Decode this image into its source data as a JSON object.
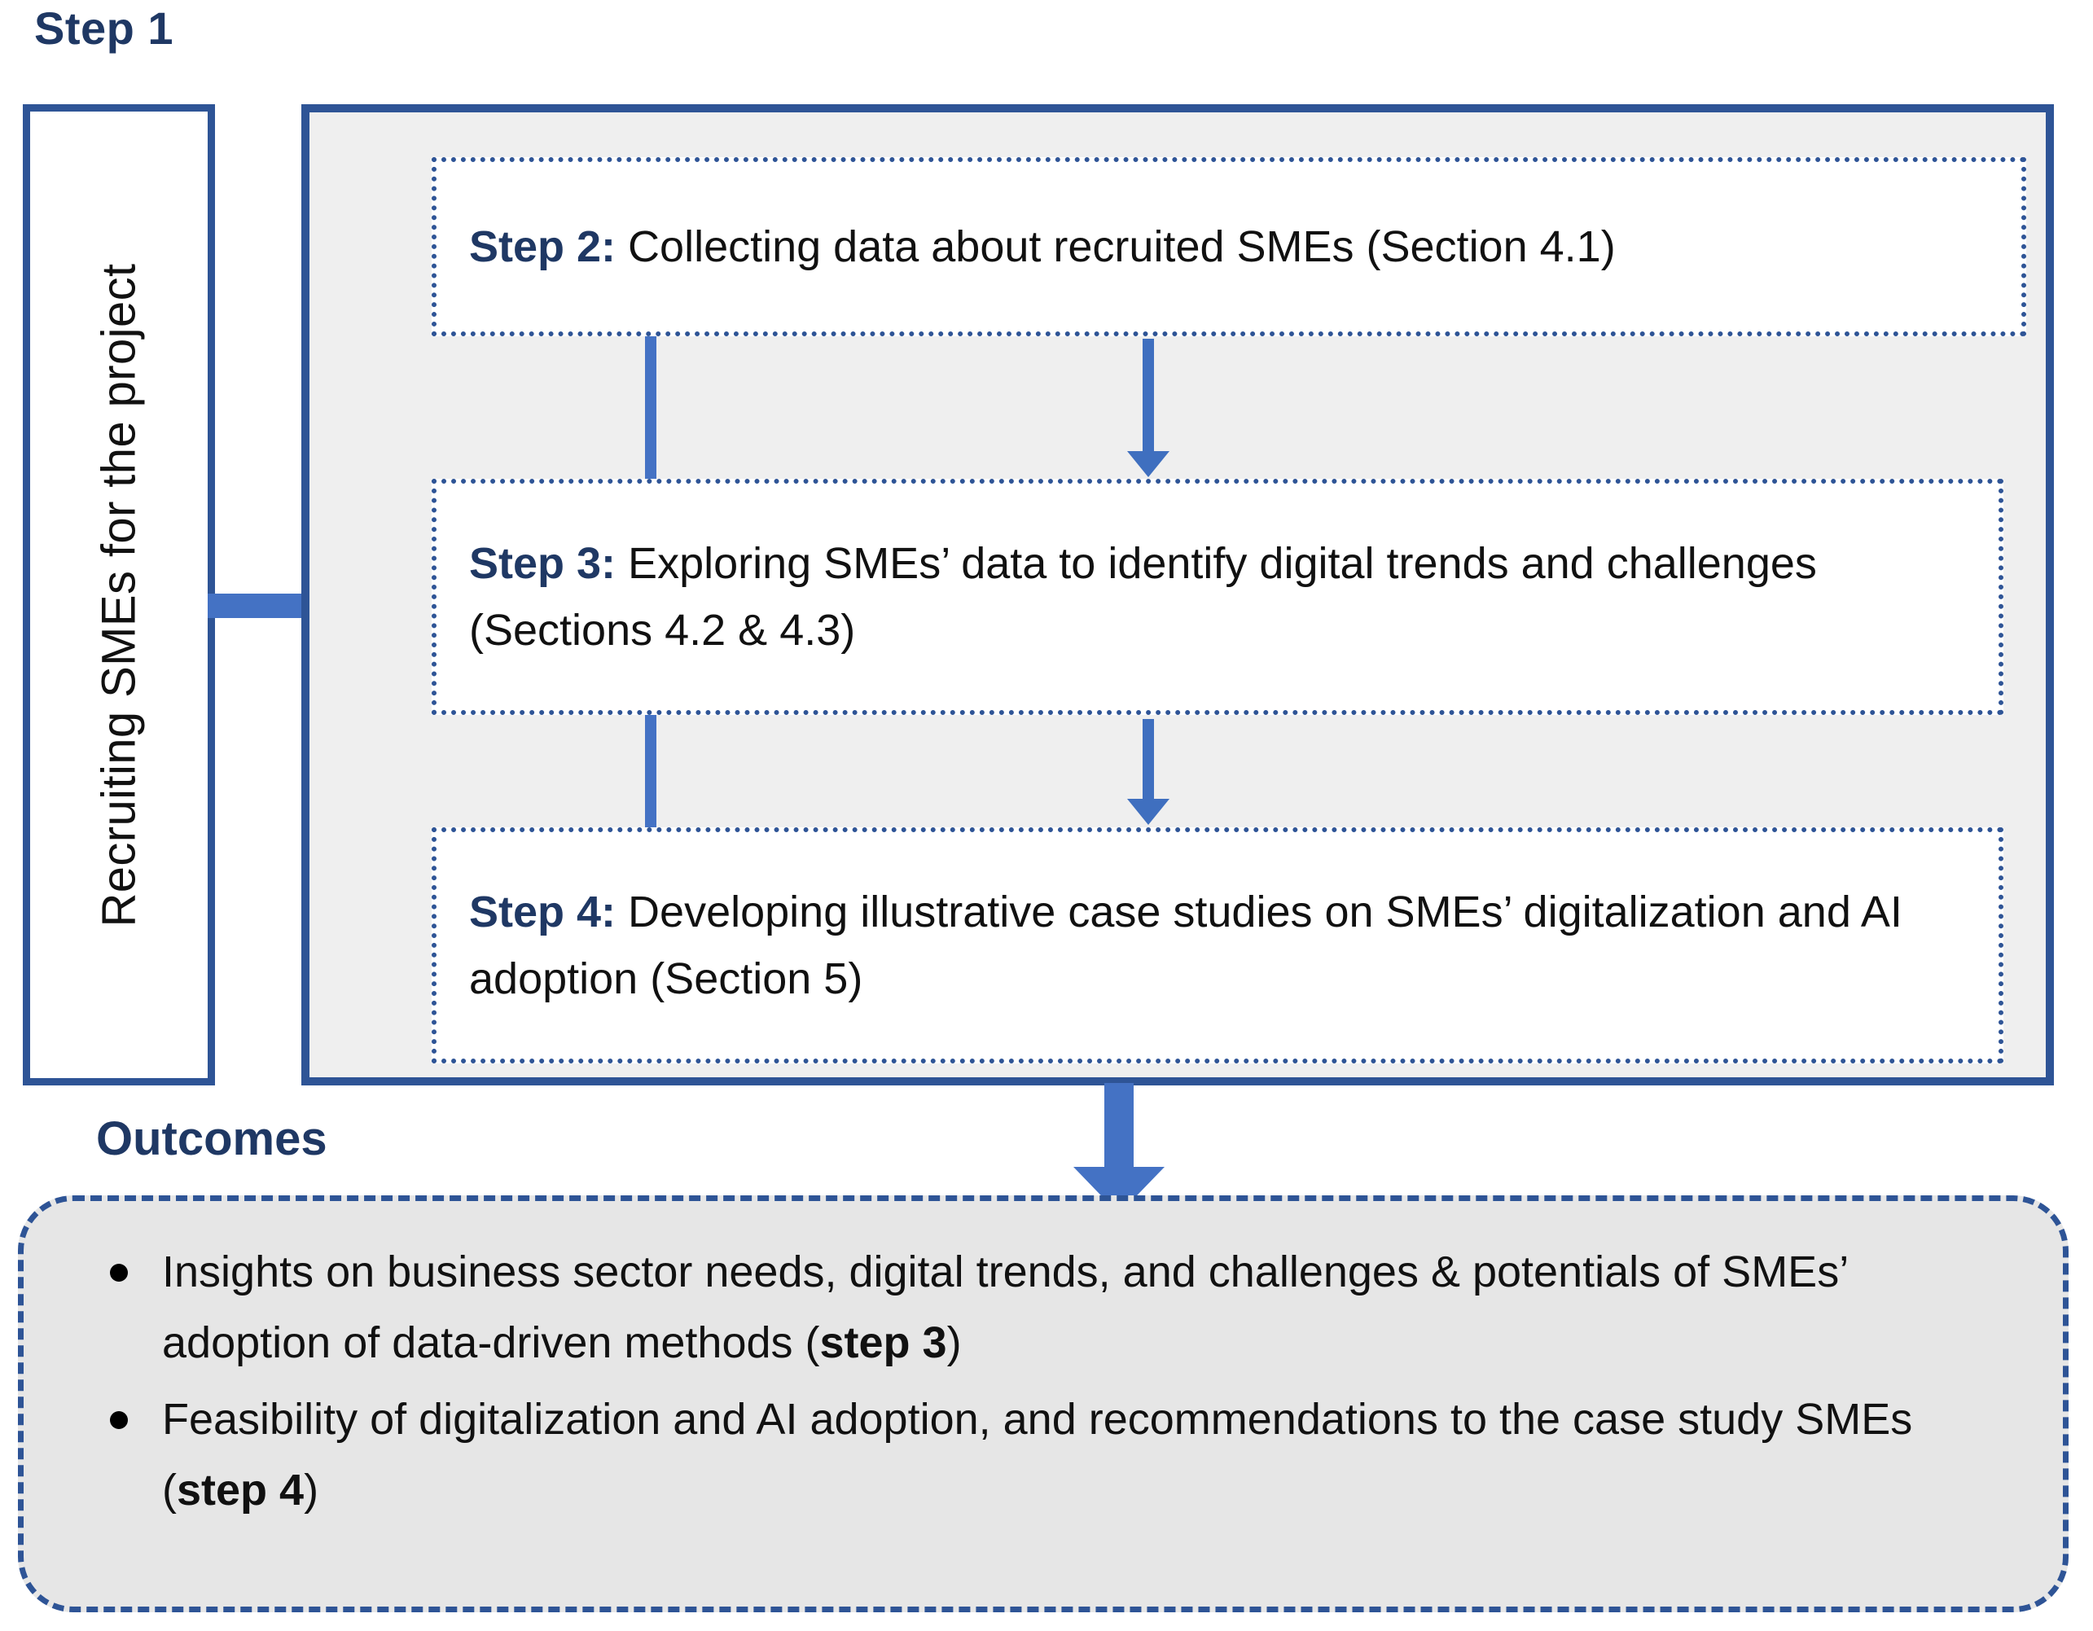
{
  "step1": {
    "heading": "Step 1",
    "vertical_label": "Recruiting SMEs for the project"
  },
  "process": {
    "steps": [
      {
        "label": "Step 2:",
        "text": " Collecting data about recruited SMEs (Section 4.1)"
      },
      {
        "label": "Step 3:",
        "text": "  Exploring SMEs’ data to identify digital trends and challenges (Sections 4.2 & 4.3)"
      },
      {
        "label": "Step 4:",
        "text": "  Developing illustrative case studies on SMEs’ digitalization and AI adoption (Section 5)"
      }
    ]
  },
  "outcomes": {
    "heading": "Outcomes",
    "items": [
      {
        "text_before": "Insights on business sector needs, digital trends, and challenges & potentials of SMEs’ adoption of data-driven methods (",
        "bold_ref": "step 3",
        "text_after": ")"
      },
      {
        "text_before": "Feasibility of digitalization and AI adoption, and recommendations to the case study SMEs (",
        "bold_ref": "step 4",
        "text_after": ")"
      }
    ]
  },
  "colors": {
    "primary_border": "#2E5496",
    "heading_text": "#1F3864",
    "arrow": "#4472C4",
    "container_fill": "#EFEFEF",
    "outcomes_fill": "#E6E6E6",
    "body_text": "#111111"
  }
}
